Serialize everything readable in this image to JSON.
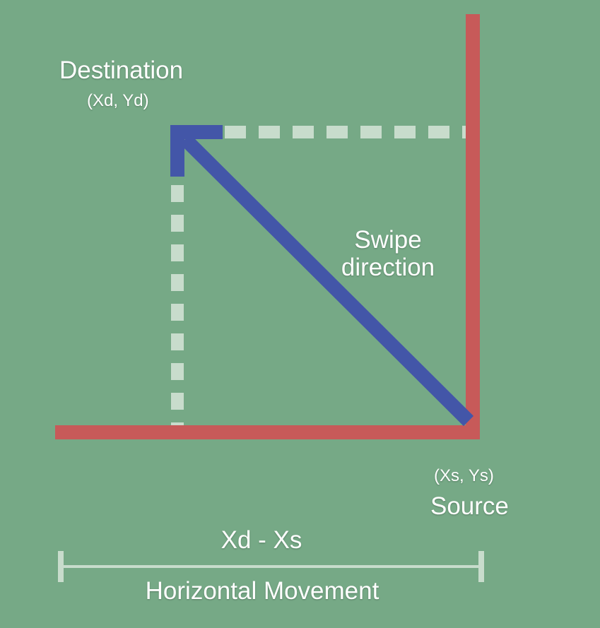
{
  "labels": {
    "destination": "Destination",
    "destination_coords": "(Xd, Yd)",
    "swipe_line1": "Swipe",
    "swipe_line2": "direction",
    "source_coords": "(Xs, Ys)",
    "source": "Source",
    "delta": "Xd - Xs",
    "movement": "Horizontal Movement"
  },
  "colors": {
    "background": "#76a986",
    "axis": "#c75a59",
    "arrow": "#4356a8",
    "guide": "#c8dccc"
  }
}
